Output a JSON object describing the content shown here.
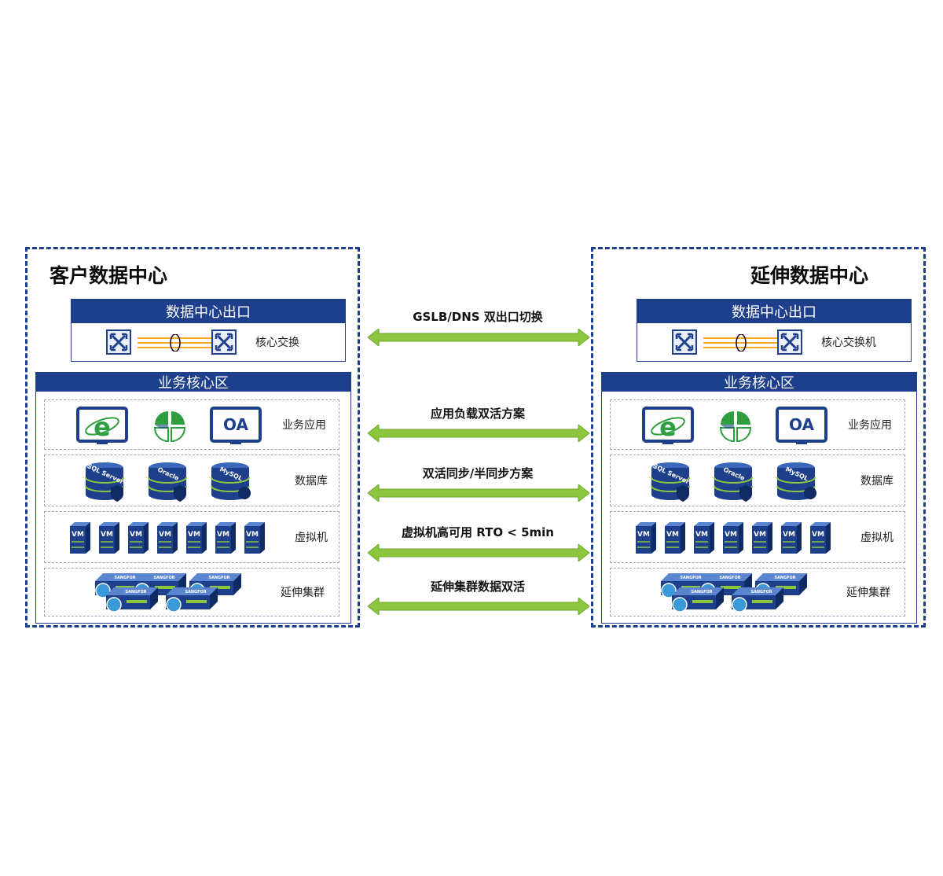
{
  "left_dc": {
    "title": "客户数据中心",
    "exit_title": "数据中心出口",
    "core_label": "核心交换",
    "zone_title": "业务核心区",
    "layers": [
      "业务应用",
      "数据库",
      "虚拟机",
      "延伸集群"
    ]
  },
  "right_dc": {
    "title": "延伸数据中心",
    "exit_title": "数据中心出口",
    "core_label": "核心交换机",
    "zone_title": "业务核心区",
    "layers": [
      "业务应用",
      "数据库",
      "虚拟机",
      "延伸集群"
    ]
  },
  "links": [
    "GSLB/DNS 双出口切换",
    "应用负载双活方案",
    "双活同步/半同步方案",
    "虚拟机高可用 RTO < 5min",
    "延伸集群数据双活"
  ],
  "icons": {
    "app": [
      "ie-monitor-icon",
      "clover-app-icon",
      "oa-monitor-icon"
    ],
    "app_text": {
      "ie": "e",
      "oa": "OA"
    },
    "db": [
      "SQL Server",
      "Oracle",
      "MySQL"
    ],
    "vm": "VM",
    "server_brand": "SANGFOR"
  },
  "colors": {
    "brand_blue": "#1e3f8c",
    "arrow_green": "#8cc63f",
    "link_orange": "#f2a91c",
    "app_green": "#2e9e3e"
  }
}
